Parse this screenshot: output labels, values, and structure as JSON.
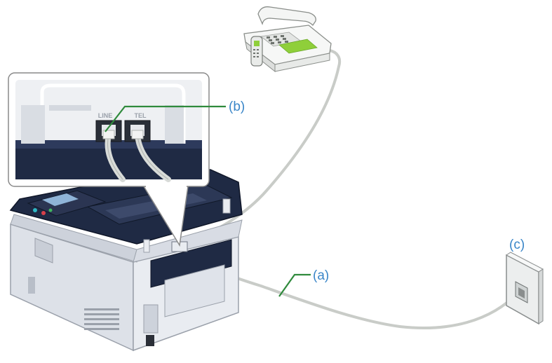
{
  "labels": {
    "a": "(a)",
    "b": "(b)",
    "c": "(c)"
  },
  "port_labels": {
    "line": "LINE",
    "tel": "TEL"
  },
  "colors": {
    "label_text": "#3a86c8",
    "leader_line": "#2f8a3c",
    "cable": "#c9ccc8",
    "printer_dark": "#1f2a44",
    "printer_light": "#e3e6ec",
    "inset_border": "#8a8a8a"
  },
  "icons": {
    "printer": "mfp-printer-icon",
    "telephone": "telephone-icon",
    "wall_jack": "wall-phone-jack-icon"
  }
}
